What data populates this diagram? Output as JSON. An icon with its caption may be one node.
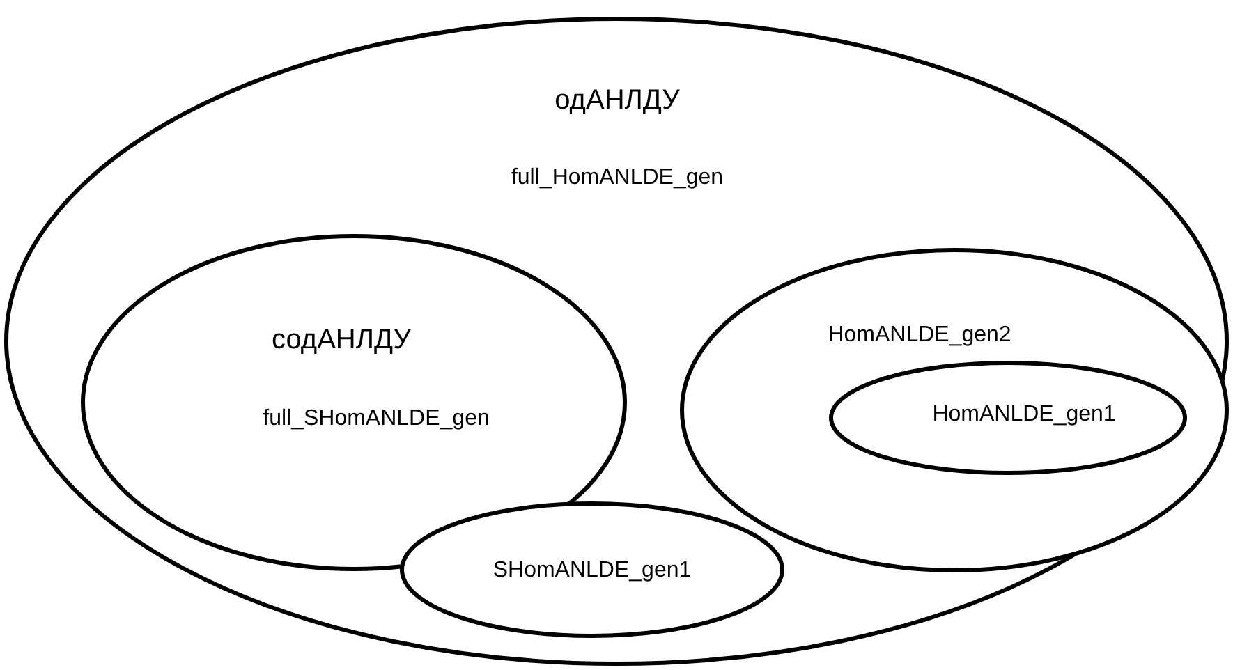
{
  "diagram": {
    "nodes": [
      {
        "text": [
          "одАНЛДУ",
          "full_HomANLDE_gen"
        ]
      },
      {
        "text": [
          "содАНЛДУ",
          "full_SHomANLDE_gen"
        ],
        "in": 0
      },
      {
        "text": [
          "SHomANLDE_gen1"
        ],
        "in": 0
      },
      {
        "text": [
          "HomANLDE_gen2"
        ],
        "in": 0
      },
      {
        "text": [
          "HomANLDE_gen1"
        ],
        "in": 3
      }
    ]
  }
}
